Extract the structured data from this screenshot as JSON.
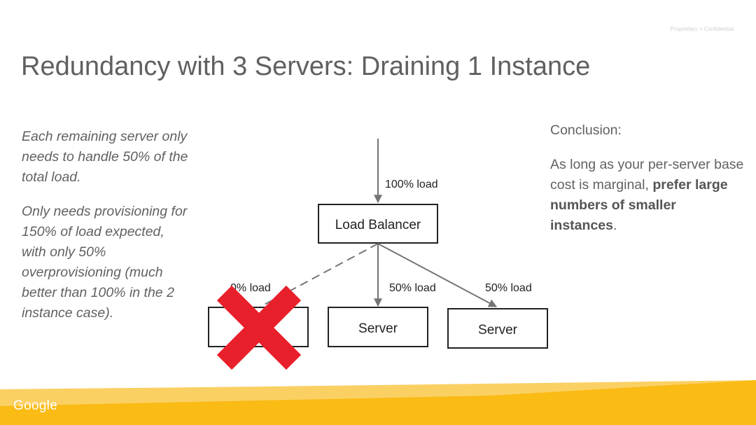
{
  "header": {
    "confidential": "Proprietary + Confidential"
  },
  "slide": {
    "title": "Redundancy with 3 Servers: Draining 1 Instance"
  },
  "left_text": {
    "para1": "Each remaining server only needs to handle 50% of the total load.",
    "para2": "Only needs provisioning for 150% of load expected, with only 50% overprovisioning (much better than 100% in the 2 instance case)."
  },
  "right_text": {
    "heading": "Conclusion:",
    "body_prefix": "As long as your per-server base cost is marginal, ",
    "body_bold": "prefer large numbers of smaller instances",
    "body_suffix": "."
  },
  "diagram": {
    "input_label": "100% load",
    "load_balancer_label": "Load Balancer",
    "edge_labels": [
      "0% load",
      "50% load",
      "50% load"
    ],
    "servers": [
      "",
      "Server",
      "Server"
    ],
    "drained_mark_color": "#e8202b"
  },
  "footer": {
    "logo": "Google"
  },
  "colors": {
    "footer_yellow": "#f9bb14",
    "footer_light": "#fbd063",
    "arrow": "#757575"
  }
}
